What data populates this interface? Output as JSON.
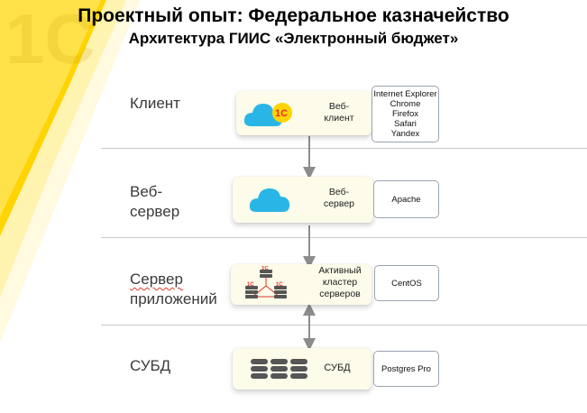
{
  "title": "Проектный опыт: Федеральное казначейство",
  "subtitle": "Архитектура ГИИС «Электронный бюджет»",
  "brand_colors": {
    "yellow": "#ffd400",
    "red": "#e2302b",
    "cloud": "#29b6e6",
    "arrow": "#8c8c8c"
  },
  "layers": [
    {
      "label_lines": [
        "Клиент"
      ],
      "component_lines": [
        "Веб-",
        "клиент"
      ],
      "icon": "cloud-1c-icon",
      "tech": [
        "Internet Explorer",
        "Chrome",
        "Firefox",
        "Safari",
        "Yandex"
      ]
    },
    {
      "label_lines": [
        "Веб-",
        "сервер"
      ],
      "component_lines": [
        "Веб-",
        "сервер"
      ],
      "icon": "cloud-icon",
      "tech": [
        "Apache"
      ]
    },
    {
      "label_lines": [
        "Сервер",
        "приложений"
      ],
      "component_lines": [
        "Активный",
        "кластер",
        "серверов"
      ],
      "icon": "server-cluster-icon",
      "tech": [
        "CentOS"
      ]
    },
    {
      "label_lines": [
        "СУБД"
      ],
      "component_lines": [
        "СУБД"
      ],
      "icon": "database-icon",
      "tech": [
        "Postgres Pro"
      ]
    }
  ],
  "logo_text": "1С"
}
